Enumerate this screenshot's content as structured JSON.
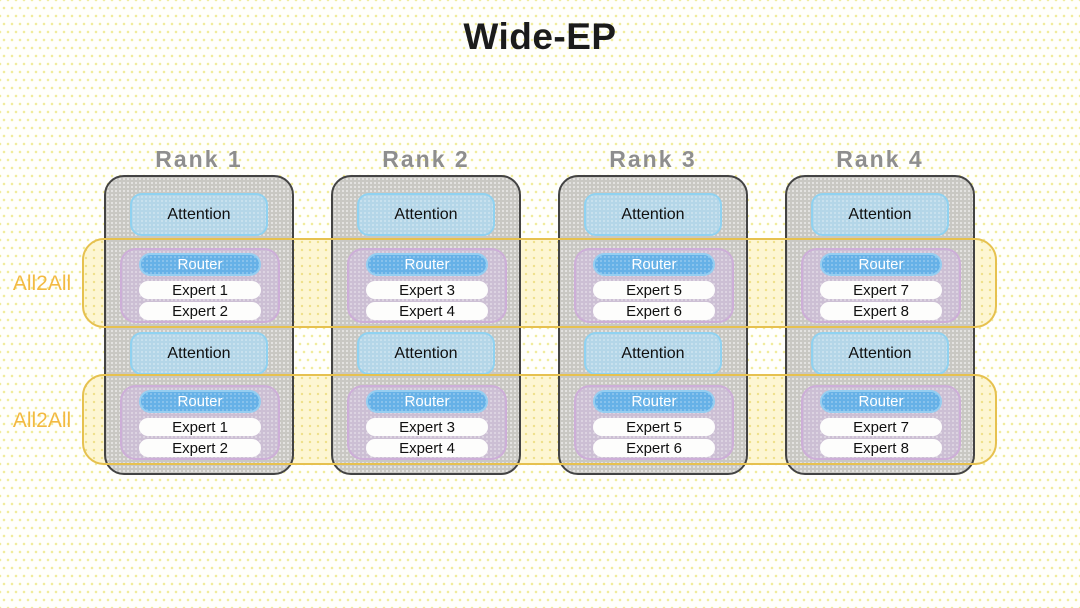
{
  "title": "Wide-EP",
  "all2all_bands": [
    {
      "label": "All2All"
    },
    {
      "label": "All2All"
    }
  ],
  "ranks": [
    {
      "label": "Rank 1",
      "layers": [
        {
          "attention": "Attention",
          "router": "Router",
          "experts": [
            "Expert 1",
            "Expert 2"
          ]
        },
        {
          "attention": "Attention",
          "router": "Router",
          "experts": [
            "Expert 1",
            "Expert 2"
          ]
        }
      ]
    },
    {
      "label": "Rank 2",
      "layers": [
        {
          "attention": "Attention",
          "router": "Router",
          "experts": [
            "Expert 3",
            "Expert 4"
          ]
        },
        {
          "attention": "Attention",
          "router": "Router",
          "experts": [
            "Expert 3",
            "Expert 4"
          ]
        }
      ]
    },
    {
      "label": "Rank 3",
      "layers": [
        {
          "attention": "Attention",
          "router": "Router",
          "experts": [
            "Expert 5",
            "Expert 6"
          ]
        },
        {
          "attention": "Attention",
          "router": "Router",
          "experts": [
            "Expert 5",
            "Expert 6"
          ]
        }
      ]
    },
    {
      "label": "Rank 4",
      "layers": [
        {
          "attention": "Attention",
          "router": "Router",
          "experts": [
            "Expert 7",
            "Expert 8"
          ]
        },
        {
          "attention": "Attention",
          "router": "Router",
          "experts": [
            "Expert 7",
            "Expert 8"
          ]
        }
      ]
    }
  ],
  "colors": {
    "background": "#fffffc",
    "background_dot": "#f1ec9d",
    "title_text": "#1b1b1b",
    "rank_fill": "#c9c8c3",
    "rank_border": "#434343",
    "rank_label": "#8e8e8e",
    "attention_fill": "#b4d6e8",
    "attention_border": "#8fd2f1",
    "moe_group_fill": "#ccbfd4",
    "moe_group_border": "#cdaed8",
    "router_fill": "#66b1e7",
    "router_border": "#95cef1",
    "router_text": "#ffffff",
    "expert_fill": "#fdfdfc",
    "band_fill": "#fdf6d2",
    "band_border": "#e6c14f",
    "band_label": "#f3ba41"
  }
}
